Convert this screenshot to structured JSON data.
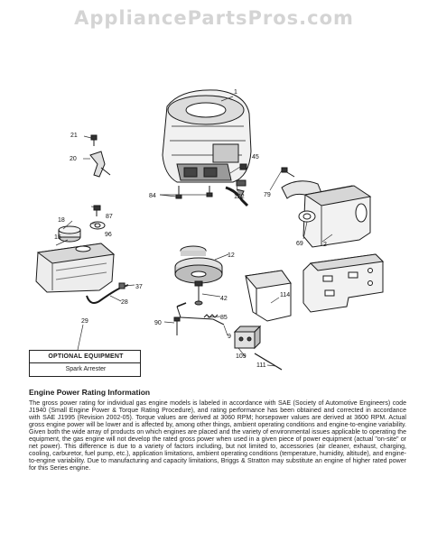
{
  "watermark": "AppliancePartsPros.com",
  "callouts": {
    "c1": "1",
    "c2": "2",
    "c9": "9",
    "c12": "12",
    "c15": "15",
    "c18": "18",
    "c20": "20",
    "c21": "21",
    "c28": "28",
    "c29": "29",
    "c37": "37",
    "c42": "42",
    "c45": "45",
    "c69": "69",
    "c79": "79",
    "c84": "84",
    "c85": "85",
    "c87": "87",
    "c90": "90",
    "c96": "96",
    "c109": "109",
    "c111": "111",
    "c114": "114",
    "c122": "122"
  },
  "optional_equipment": {
    "title": "OPTIONAL EQUIPMENT",
    "item": "Spark Arrester"
  },
  "rating": {
    "title": "Engine Power Rating Information",
    "body": "The gross power rating for individual gas engine models is labeled in accordance with SAE (Society of Automotive Engineers) code J1940 (Small Engine Power & Torque Rating Procedure), and rating performance has been obtained and corrected in accordance with SAE J1995 (Revision 2002-05). Torque values are derived at 3060 RPM; horsepower values are derived at 3600 RPM. Actual gross engine power will be lower and is affected by, among other things, ambient operating conditions and engine-to-engine variability. Given both the wide array of products on which engines are placed and the variety of environmental issues applicable to operating the equipment, the gas engine will not develop the rated gross power when used in a given piece of power equipment (actual \"on-site\" or net power). This difference is due to a variety of factors including, but not limited to, accessories (air cleaner, exhaust, charging, cooling, carburetor, fuel pump, etc.), application limitations, ambient operating conditions (temperature, humidity, altitude), and engine-to-engine variability. Due to manufacturing and capacity limitations, Briggs & Stratton may substitute an engine of higher rated power for this Series engine."
  }
}
